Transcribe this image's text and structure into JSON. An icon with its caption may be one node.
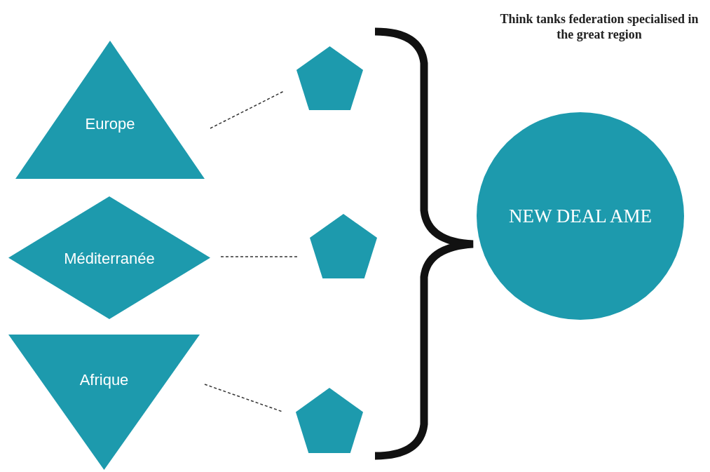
{
  "diagram": {
    "title": "Think tanks federation specialised in the great region",
    "nodes": [
      {
        "text": [
          "Europe"
        ]
      },
      {
        "text": [
          "Méditerranée"
        ]
      },
      {
        "text": [
          "Afrique"
        ]
      },
      {
        "text": [],
        "shape": "pentagon"
      },
      {
        "text": [],
        "shape": "pentagon"
      },
      {
        "text": [],
        "shape": "pentagon"
      },
      {
        "text": [
          "NEW DEAL AME"
        ]
      }
    ],
    "edges": [
      {
        "from": 0,
        "to": 3,
        "arrow": "none",
        "style": "dashed"
      },
      {
        "from": 1,
        "to": 4,
        "arrow": "none",
        "style": "dashed"
      },
      {
        "from": 2,
        "to": 5,
        "arrow": "none",
        "style": "dashed"
      }
    ]
  }
}
